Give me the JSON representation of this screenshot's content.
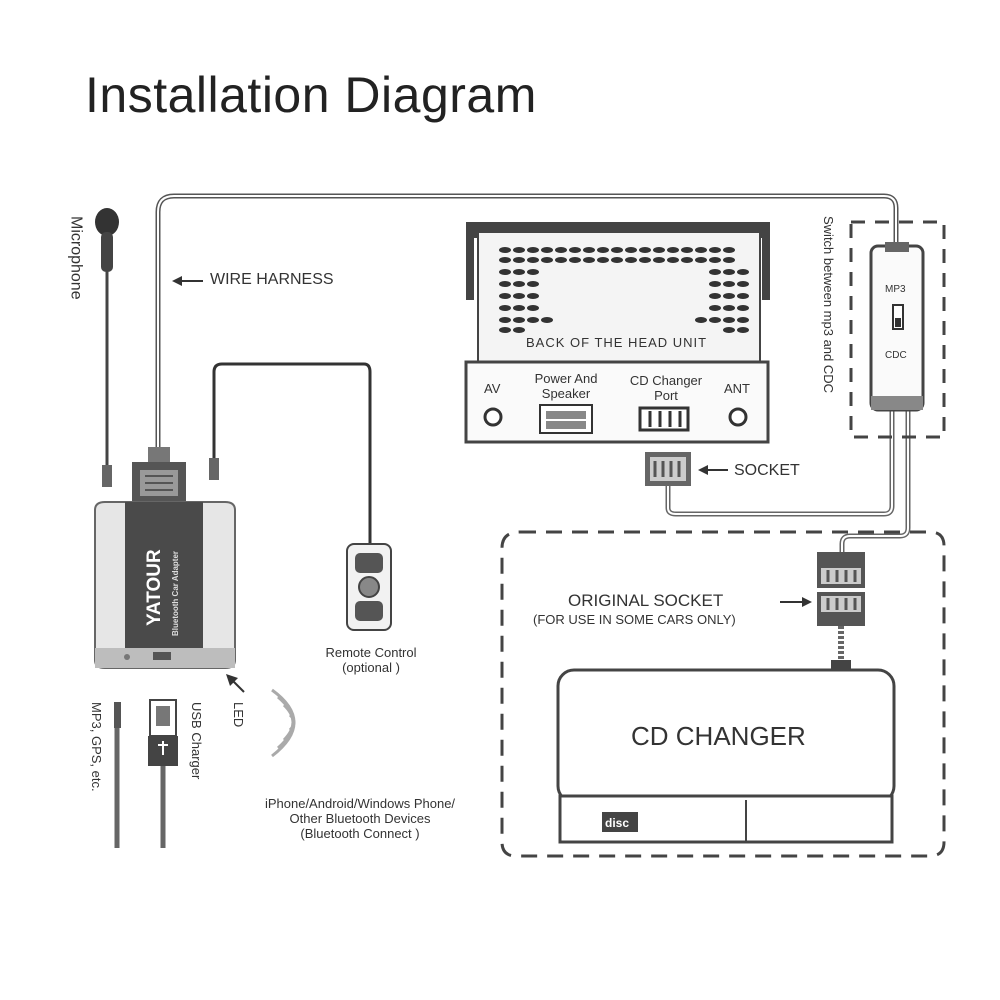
{
  "title": "Installation Diagram",
  "labels": {
    "microphone": "Microphone",
    "wire_harness": "WIRE HARNESS",
    "back_of_head_unit": "BACK OF THE HEAD UNIT",
    "av": "AV",
    "power_speaker_1": "Power And",
    "power_speaker_2": "Speaker",
    "cd_port_1": "CD Changer",
    "cd_port_2": "Port",
    "ant": "ANT",
    "socket": "SOCKET",
    "switch_text": "Switch between mp3 and CDC",
    "switch_mp3": "MP3",
    "switch_cdc": "CDC",
    "original_socket": "ORIGINAL SOCKET",
    "original_socket_note": "(FOR USE IN SOME CARS ONLY)",
    "cd_changer": "CD CHANGER",
    "disc_badge": "disc",
    "remote_1": "Remote Control",
    "remote_2": "(optional )",
    "led": "LED",
    "usb_charger": "USB Charger",
    "mp3_gps": "MP3, GPS, etc.",
    "bt_1": "iPhone/Android/Windows Phone/",
    "bt_2": "Other Bluetooth Devices",
    "bt_3": "(Bluetooth Connect )",
    "brand": "YATOUR",
    "brand_sub": "Bluetooth Car Adapter"
  }
}
